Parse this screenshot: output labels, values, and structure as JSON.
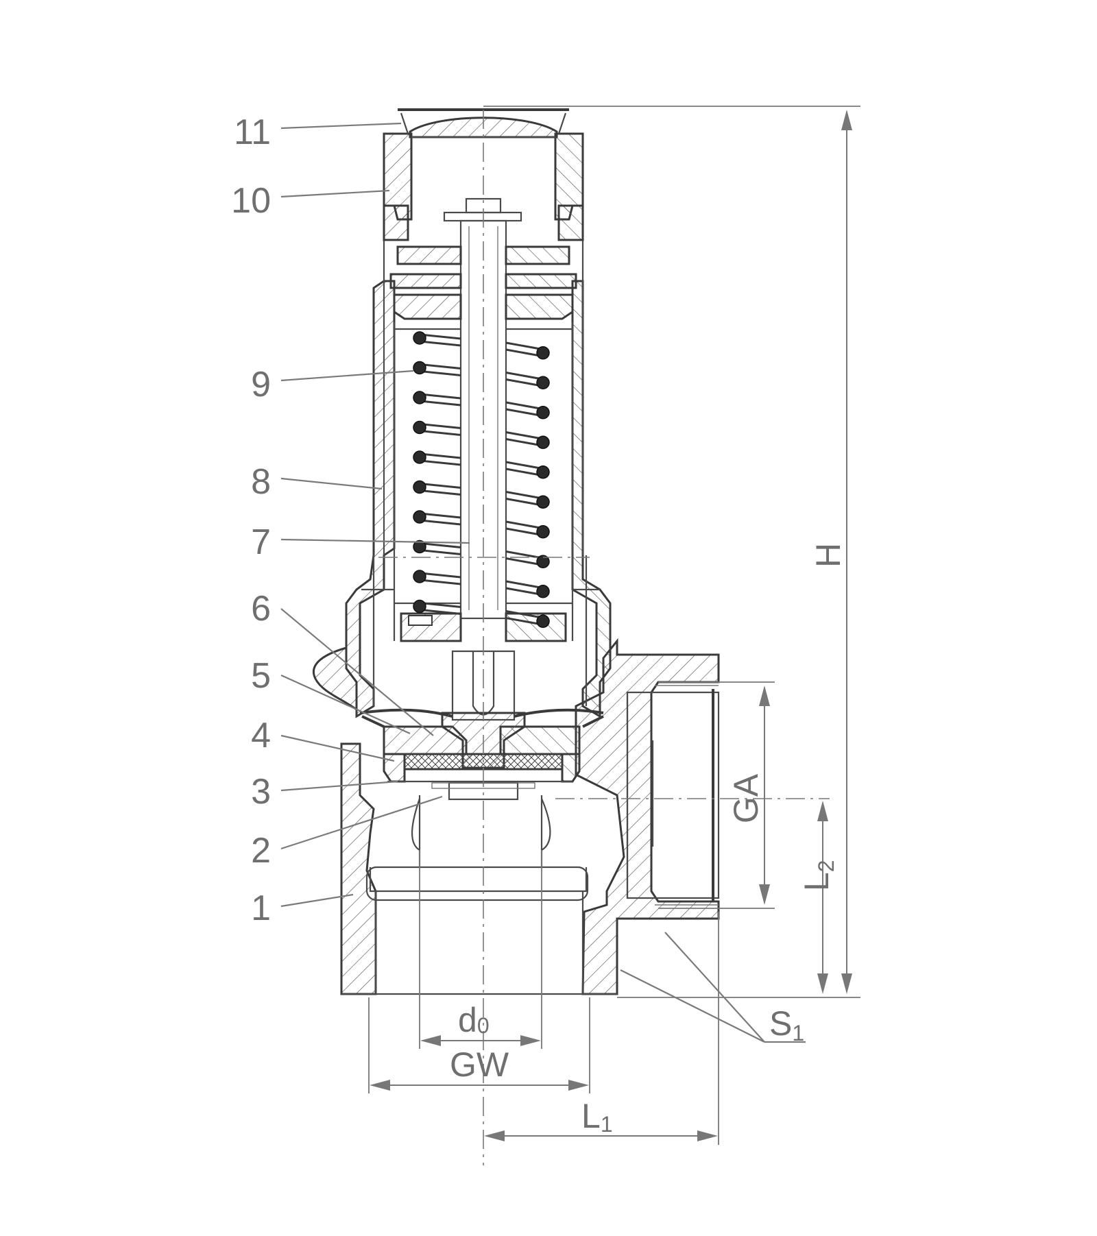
{
  "parts": [
    {
      "id": "part-1",
      "label": "1"
    },
    {
      "id": "part-2",
      "label": "2"
    },
    {
      "id": "part-3",
      "label": "3"
    },
    {
      "id": "part-4",
      "label": "4"
    },
    {
      "id": "part-5",
      "label": "5"
    },
    {
      "id": "part-6",
      "label": "6"
    },
    {
      "id": "part-7",
      "label": "7"
    },
    {
      "id": "part-8",
      "label": "8"
    },
    {
      "id": "part-9",
      "label": "9"
    },
    {
      "id": "part-10",
      "label": "10"
    },
    {
      "id": "part-11",
      "label": "11"
    }
  ],
  "dimensions": {
    "H": {
      "main": "H"
    },
    "GA": {
      "main": "GA"
    },
    "L2": {
      "main": "L",
      "sub": "2"
    },
    "S1": {
      "main": "S",
      "sub": "1"
    },
    "d0": {
      "main": "d",
      "sub": "0"
    },
    "GW": {
      "main": "GW"
    },
    "L1": {
      "main": "L",
      "sub": "1"
    }
  },
  "colors": {
    "line": "#3a3a3a",
    "label": "#6f6f6f",
    "background": "#ffffff"
  }
}
